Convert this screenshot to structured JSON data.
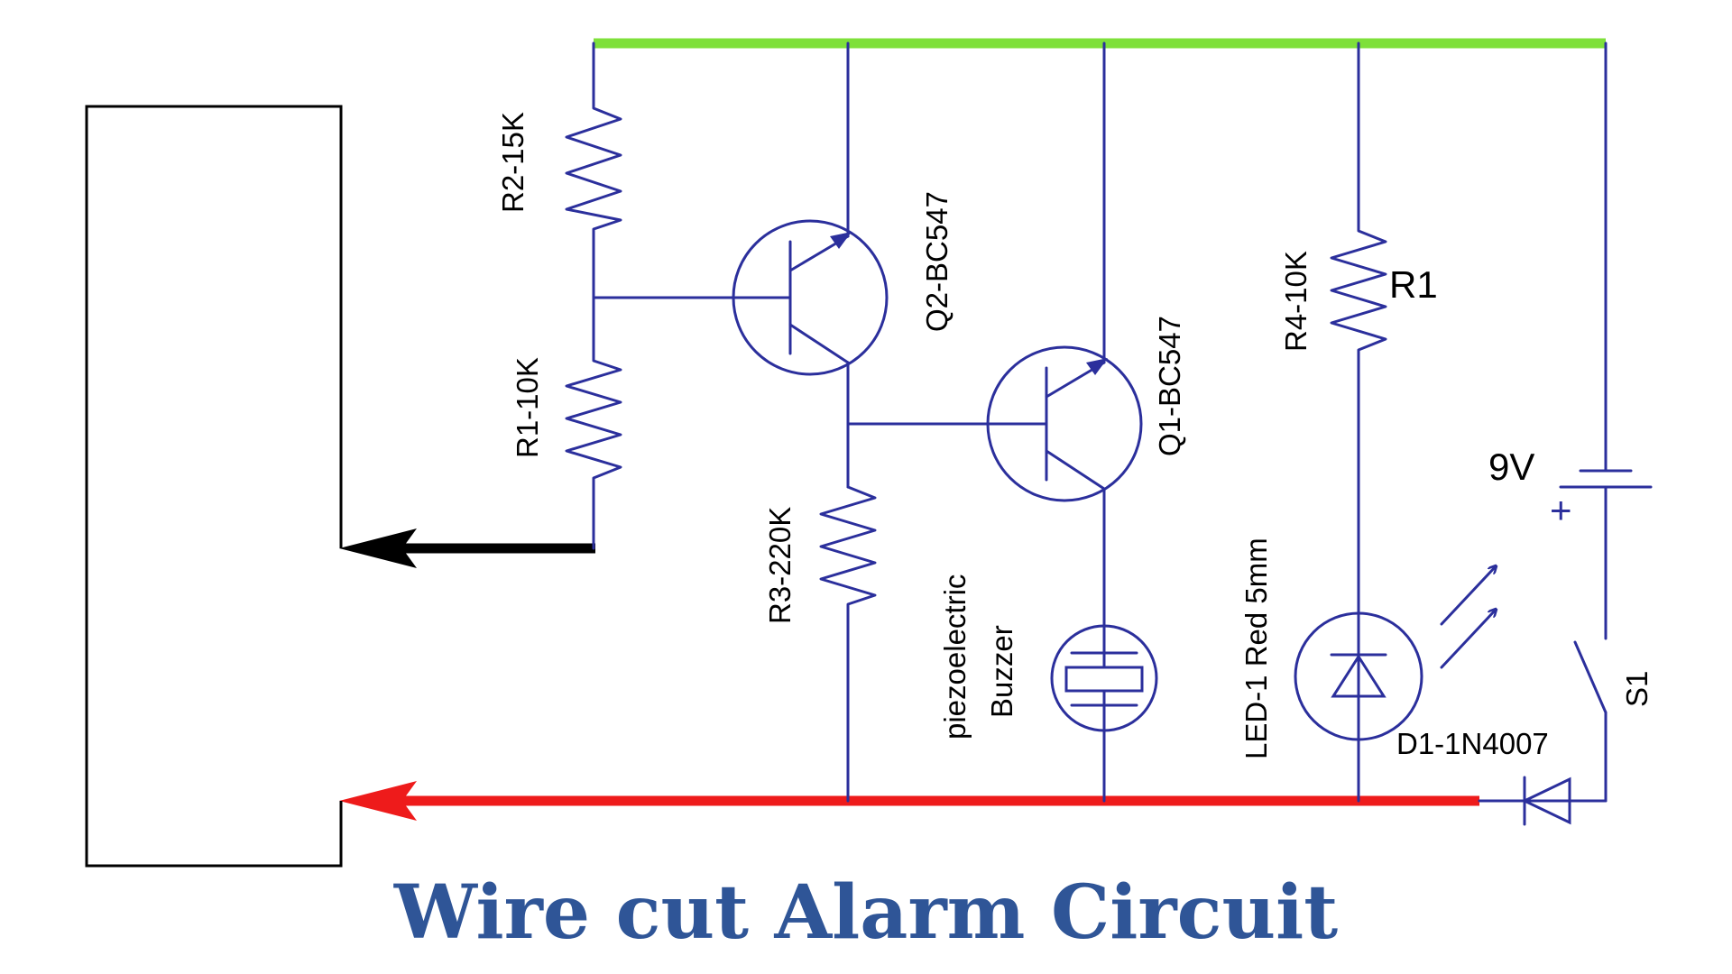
{
  "title": "Wire cut Alarm Circuit",
  "colors": {
    "wire": "#2b2f9c",
    "positive_rail": "#7ee03a",
    "negative_rail": "#ee1b1b",
    "sense_loop": "#000000",
    "title": "#2f5597"
  },
  "components": {
    "r2": "R2-15K",
    "r1": "R1-10K",
    "r3": "R3-220K",
    "r4": "R4-10K",
    "r4_alt": "R1",
    "q2": "Q2-BC547",
    "q1": "Q1-BC547",
    "buzzer_line1": "piezoelectric",
    "buzzer_line2": "Buzzer",
    "led": "LED-1 Red 5mm",
    "diode": "D1-1N4007",
    "battery": "9V",
    "battery_plus": "+",
    "switch": "S1"
  }
}
